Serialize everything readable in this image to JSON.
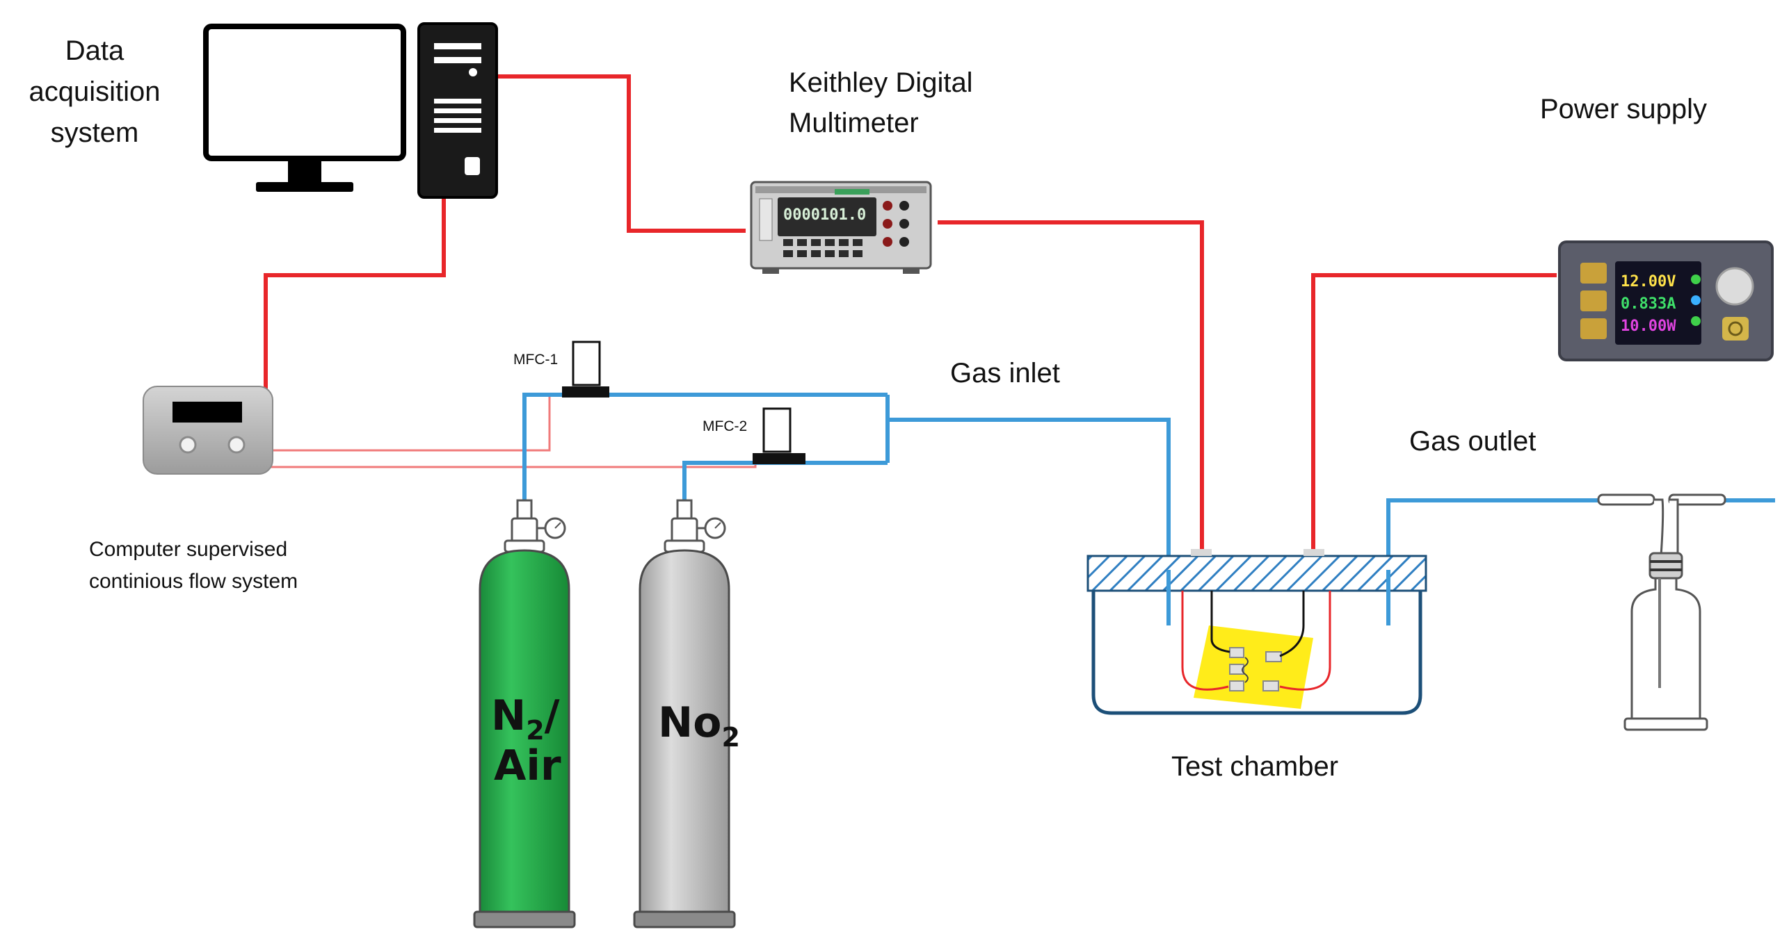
{
  "labels": {
    "daq": [
      "Data",
      "acquisition",
      "system"
    ],
    "multimeter": [
      "Keithley Digital",
      "Multimeter"
    ],
    "power_supply": "Power supply",
    "mfc1": "MFC-1",
    "mfc2": "MFC-2",
    "gas_inlet": "Gas inlet",
    "gas_outlet": "Gas outlet",
    "flow_system": [
      "Computer supervised",
      "continious flow system"
    ],
    "test_chamber": "Test chamber",
    "cylinder1": {
      "main": "N",
      "sub": "2",
      "rest": "/",
      "line2": "Air"
    },
    "cylinder2": {
      "main": "No",
      "sub": "2"
    }
  },
  "power_supply_display": [
    "12.00V",
    "0.833A",
    "10.00W"
  ],
  "multimeter_display": "0000101.0",
  "colors": {
    "signal_wire": "#e8262a",
    "thin_wire": "#f07a7a",
    "gas_line": "#3d9ad8",
    "cylinder_green": "#22b04b",
    "cylinder_gray": "#c8c8c8",
    "sensor": "#ffec1a",
    "chamber_outline": "#1c4f78"
  }
}
